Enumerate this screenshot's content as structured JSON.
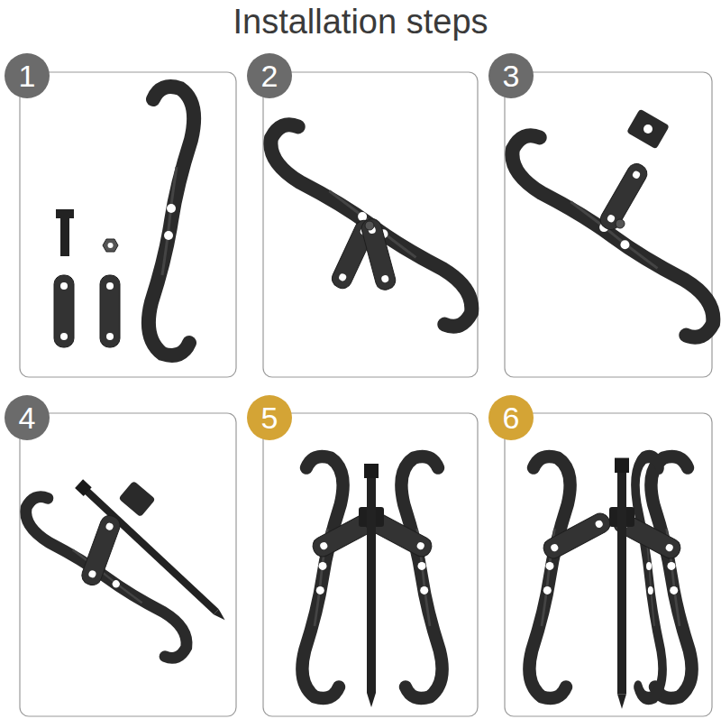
{
  "diagram": {
    "title": "Installation steps",
    "nodes": [
      {
        "text": [
          "1"
        ]
      },
      {
        "text": [
          "2"
        ]
      },
      {
        "text": [
          "3"
        ]
      },
      {
        "text": [
          "4"
        ]
      },
      {
        "text": [
          "5"
        ]
      },
      {
        "text": [
          "6"
        ]
      }
    ]
  }
}
